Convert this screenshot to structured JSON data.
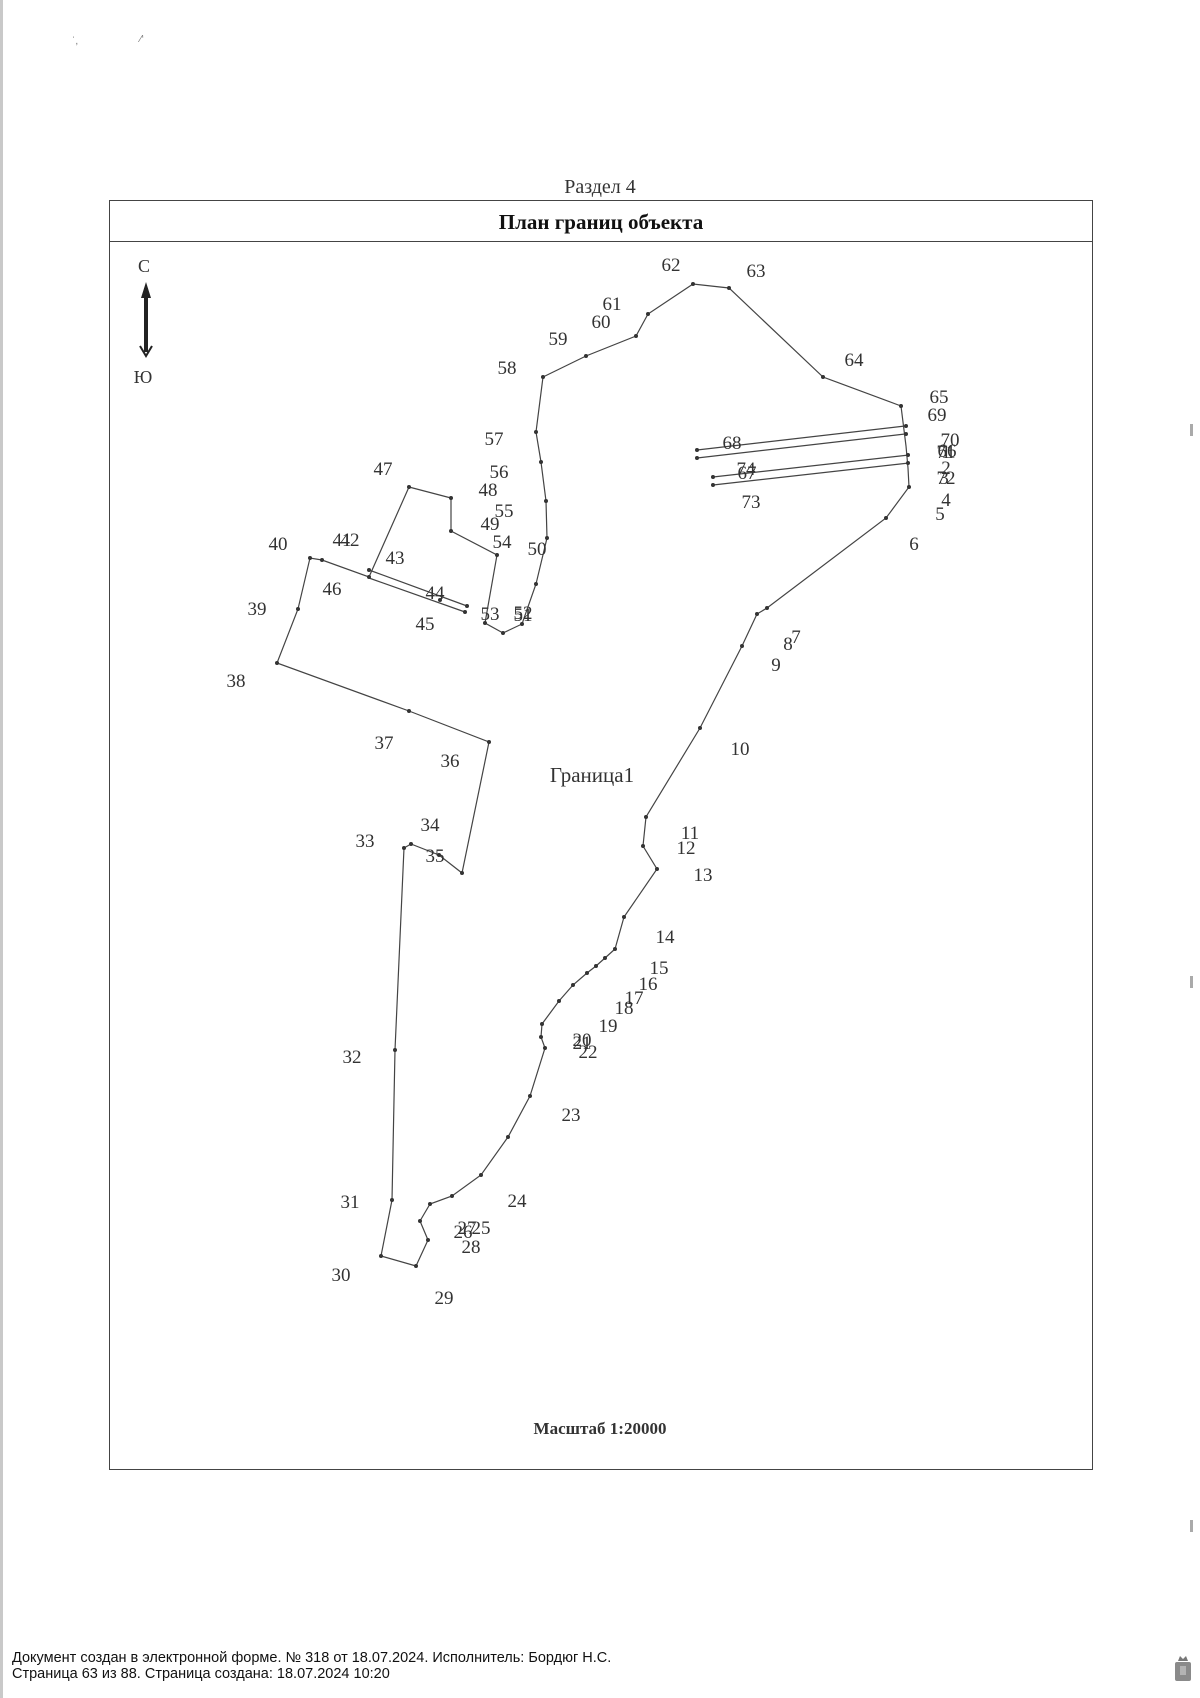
{
  "section_title": "Раздел 4",
  "frame_title": "План границ объекта",
  "compass": {
    "north": "С",
    "south": "Ю"
  },
  "boundary_label": "Граница1",
  "scale": "Масштаб 1:20000",
  "footer": {
    "line1": "Документ создан в электронной форме. № 318 от 18.07.2024. Исполнитель: Бордюг Н.С.",
    "line2": "Страница 63 из 88. Страница создана: 18.07.2024 10:20"
  },
  "point_labels": [
    {
      "n": "1"
    },
    {
      "n": "2"
    },
    {
      "n": "3"
    },
    {
      "n": "4"
    },
    {
      "n": "5"
    },
    {
      "n": "6"
    },
    {
      "n": "7"
    },
    {
      "n": "8"
    },
    {
      "n": "9"
    },
    {
      "n": "10"
    },
    {
      "n": "11"
    },
    {
      "n": "12"
    },
    {
      "n": "13"
    },
    {
      "n": "14"
    },
    {
      "n": "15"
    },
    {
      "n": "16"
    },
    {
      "n": "17"
    },
    {
      "n": "18"
    },
    {
      "n": "19"
    },
    {
      "n": "20"
    },
    {
      "n": "21"
    },
    {
      "n": "22"
    },
    {
      "n": "23"
    },
    {
      "n": "24"
    },
    {
      "n": "25"
    },
    {
      "n": "26"
    },
    {
      "n": "27"
    },
    {
      "n": "28"
    },
    {
      "n": "29"
    },
    {
      "n": "30"
    },
    {
      "n": "31"
    },
    {
      "n": "32"
    },
    {
      "n": "33"
    },
    {
      "n": "34"
    },
    {
      "n": "35"
    },
    {
      "n": "36"
    },
    {
      "n": "37"
    },
    {
      "n": "38"
    },
    {
      "n": "39"
    },
    {
      "n": "40"
    },
    {
      "n": "41"
    },
    {
      "n": "42"
    },
    {
      "n": "43"
    },
    {
      "n": "44"
    },
    {
      "n": "45"
    },
    {
      "n": "46"
    },
    {
      "n": "47"
    },
    {
      "n": "48"
    },
    {
      "n": "49"
    },
    {
      "n": "50"
    },
    {
      "n": "51"
    },
    {
      "n": "52"
    },
    {
      "n": "53"
    },
    {
      "n": "54"
    },
    {
      "n": "55"
    },
    {
      "n": "56"
    },
    {
      "n": "57"
    },
    {
      "n": "58"
    },
    {
      "n": "59"
    },
    {
      "n": "60"
    },
    {
      "n": "61"
    },
    {
      "n": "62"
    },
    {
      "n": "63"
    },
    {
      "n": "64"
    },
    {
      "n": "65"
    },
    {
      "n": "66"
    },
    {
      "n": "67"
    },
    {
      "n": "68"
    },
    {
      "n": "69"
    },
    {
      "n": "70"
    },
    {
      "n": "71"
    },
    {
      "n": "72"
    },
    {
      "n": "73"
    },
    {
      "n": "74"
    }
  ]
}
